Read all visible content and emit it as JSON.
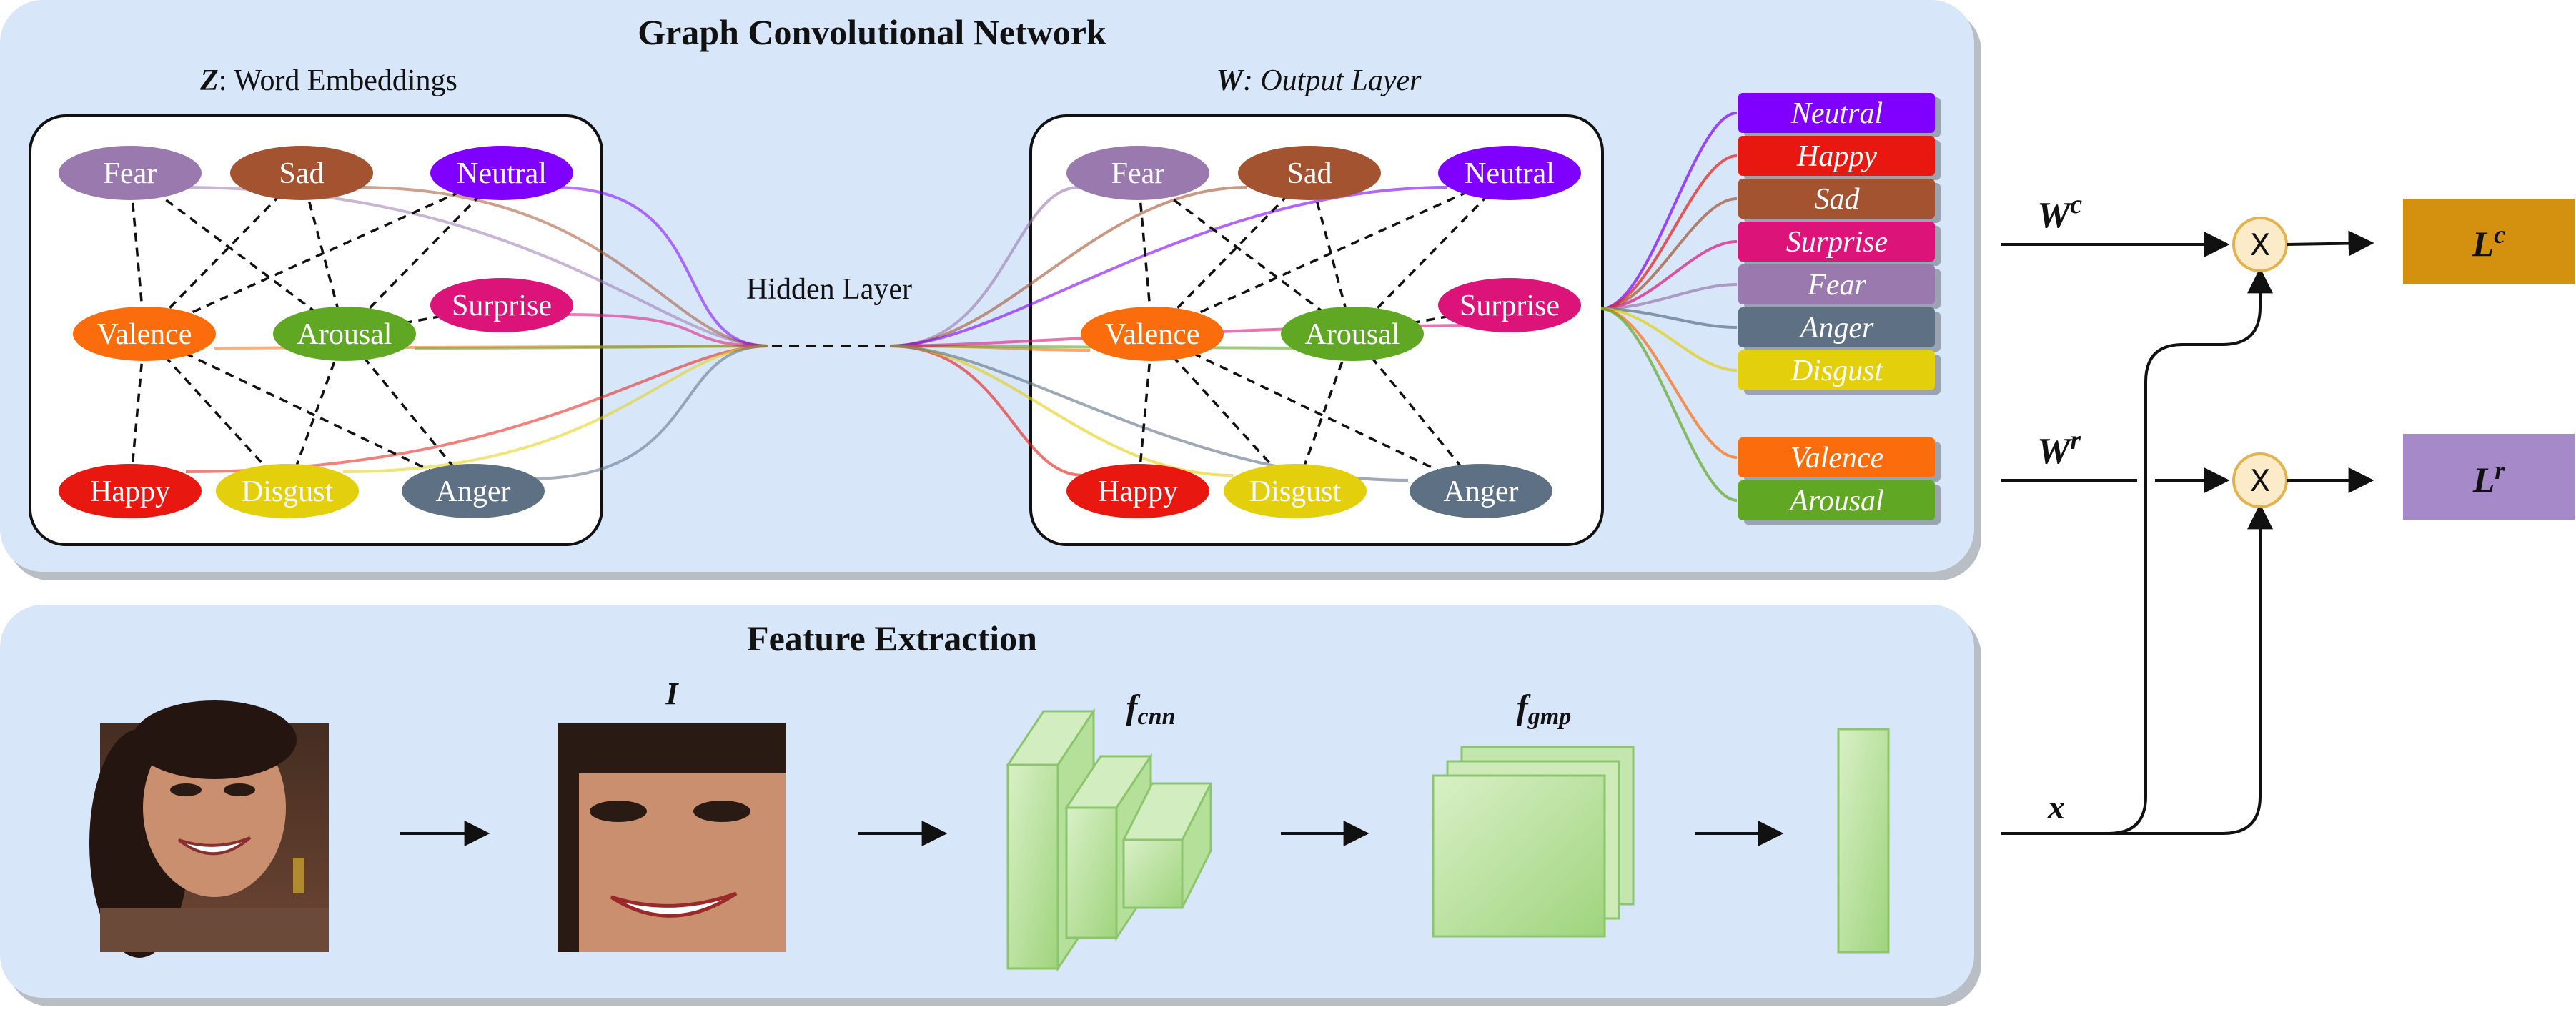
{
  "gcn": {
    "title": "Graph Convolutional Network",
    "z_symbol": "Z",
    "z_label": ": Word Embeddings",
    "w_symbol": "W",
    "w_label": ": Output Layer",
    "hidden_label": "Hidden Layer"
  },
  "nodes": {
    "fear": "Fear",
    "sad": "Sad",
    "neutral": "Neutral",
    "valence": "Valence",
    "arousal": "Arousal",
    "surprise": "Surprise",
    "happy": "Happy",
    "disgust": "Disgust",
    "anger": "Anger"
  },
  "outputs": [
    {
      "label": "Neutral",
      "color": "#7f00ff"
    },
    {
      "label": "Happy",
      "color": "#e8170f"
    },
    {
      "label": "Sad",
      "color": "#a45331"
    },
    {
      "label": "Surprise",
      "color": "#dc1479"
    },
    {
      "label": "Fear",
      "color": "#9a79ae"
    },
    {
      "label": "Anger",
      "color": "#5e7083"
    },
    {
      "label": "Disgust",
      "color": "#e3cf0c"
    },
    {
      "label": "Valence",
      "color": "#fb6c0c"
    },
    {
      "label": "Arousal",
      "color": "#60a824"
    }
  ],
  "features": {
    "title": "Feature Extraction",
    "image_label": "I",
    "cnn_label": "f",
    "cnn_sub": "cnn",
    "gmp_label": "f",
    "gmp_sub": "gmp"
  },
  "right": {
    "wc": "W",
    "wc_sup": "c",
    "wr": "W",
    "wr_sup": "r",
    "x": "x",
    "mult": "X",
    "lc": "L",
    "lc_sup": "c",
    "lr": "L",
    "lr_sup": "r"
  },
  "colors": {
    "panel": "#d8e6fa",
    "fear": "#9a79ae",
    "sad": "#a45331",
    "neutral": "#7f00ff",
    "valence": "#fb6c0c",
    "arousal": "#60a824",
    "surprise": "#dc1479",
    "happy": "#e8170f",
    "disgust": "#e3cf0c",
    "anger": "#5e7083",
    "lc_box": "#d4900f",
    "lr_box": "#a689c8",
    "mult_fill": "#fcebc9",
    "mult_stroke": "#e2b34c",
    "cnn_green": "#a8d98c"
  }
}
